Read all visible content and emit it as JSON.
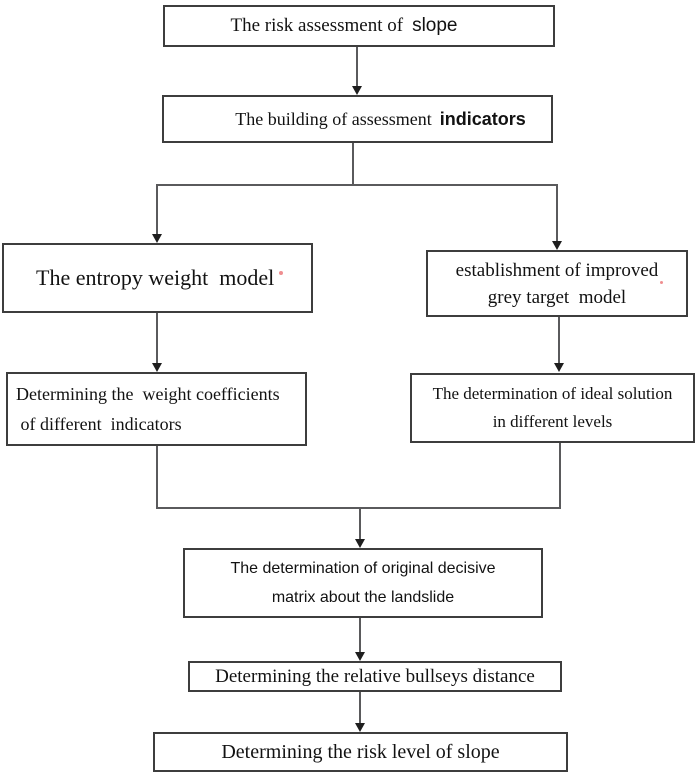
{
  "figure": {
    "type": "flowchart",
    "colors": {
      "background": "#ffffff",
      "box_border": "#3d3d3d",
      "line": "#5a5a5c",
      "arrow": "#1e1e1e",
      "text": "#121212",
      "speck": "#ef8e90"
    },
    "boxes": {
      "risk_assessment": {
        "main": "The risk assessment of",
        "accent": "slope"
      },
      "building_indicators": {
        "main": "The building of assessment",
        "accent": "indicators"
      },
      "entropy_model": {
        "label": "The entropy weight  model"
      },
      "grey_target": {
        "line1": "establishment of improved",
        "line2": "grey target  model"
      },
      "weight_coefficients": {
        "line1": "Determining the  weight coefficients",
        "line2": " of different  indicators"
      },
      "ideal_solution": {
        "line1": "The determination of ideal solution",
        "line2": "in different levels"
      },
      "decisive_matrix": {
        "line1": "The determination of original decisive",
        "line2": "matrix about the landslide"
      },
      "bullseye_distance": {
        "label": "Determining the relative bullseys distance"
      },
      "risk_level": {
        "label": "Determining the risk level of slope"
      }
    }
  }
}
